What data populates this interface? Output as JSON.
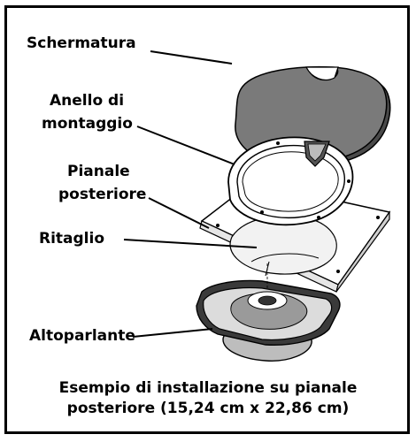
{
  "labels": {
    "shield": "Schermatura",
    "mount_ring_1": "Anello di",
    "mount_ring_2": "montaggio",
    "rear_deck_1": "Pianale",
    "rear_deck_2": "posteriore",
    "cutout": "Ritaglio",
    "speaker": "Altoparlante"
  },
  "caption": {
    "line1": "Esempio di installazione su pianale",
    "line2": "posteriore (15,24 cm x 22,86 cm)"
  },
  "colors": {
    "shield_fill": "#7a7a7a",
    "line": "#000000",
    "paper": "#ffffff"
  }
}
